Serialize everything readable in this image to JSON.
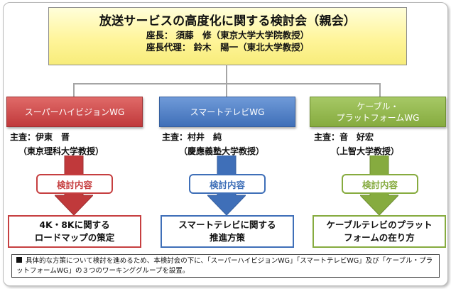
{
  "parent": {
    "title": "放送サービスの高度化に関する検討会（親会）",
    "chair": "座長： 須藤　修（東京大学大学院教授）",
    "deputy": "座長代理： 鈴木　陽一（東北大学教授）"
  },
  "groups": [
    {
      "name": "スーパーハイビジョンWG",
      "chair_line1": "主査：伊東　晋",
      "chair_line2": "（東京理科大学教授）",
      "process_label": "検討内容",
      "result": [
        "4K・8Kに関する",
        "ロードマップの策定"
      ],
      "color": "#c0393b"
    },
    {
      "name": "スマートテレビWG",
      "chair_line1": "主査：村井　純",
      "chair_line2": "（慶應義塾大学教授）",
      "process_label": "検討内容",
      "result": [
        "スマートテレビに関する",
        "推進方策"
      ],
      "color": "#3f6fb8"
    },
    {
      "name_line1": "ケーブル・",
      "name_line2": "プラットフォームWG",
      "chair_line1": "主査：音　好宏",
      "chair_line2": "（上智大学教授）",
      "process_label": "検討内容",
      "result": [
        "ケーブルテレビのプラット",
        "フォームの在り方"
      ],
      "color": "#86ab3f"
    }
  ],
  "note": "具体的な方策について検討を進めるため、本検討会の下に、「スーパーハイビジョンWG」「スマートテレビWG」及び「ケーブル・プラットフォームWG」の３つのワーキンググループを設置。"
}
